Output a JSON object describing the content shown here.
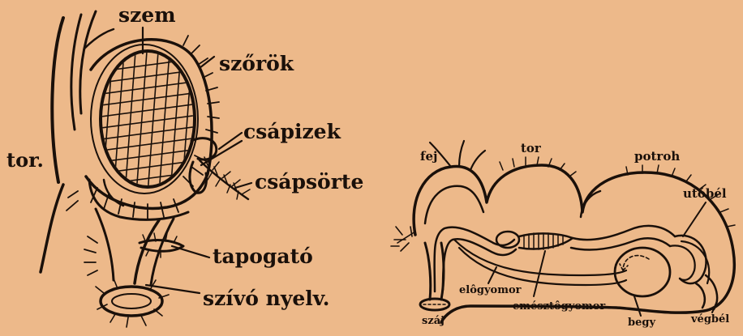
{
  "colors": {
    "background": "#EDB98A",
    "ink": "#1A100A"
  },
  "head_diagram": {
    "labels": {
      "szem": "szem",
      "szorok": "szőrök",
      "csapizek": "csápizek",
      "tor": "tor.",
      "csapsorte": "csápsörte",
      "tapogato": "tapogató",
      "szivo_nyelv": "szívó nyelv."
    }
  },
  "body_diagram": {
    "labels": {
      "fej": "fej",
      "tor": "tor",
      "potroh": "potroh",
      "utobel": "utóbél",
      "elogyomor": "elôgyomor",
      "emesztogyomor": "emésztôgyomor",
      "begy": "begy",
      "vegbel": "végbél",
      "szaj": "száj"
    }
  }
}
